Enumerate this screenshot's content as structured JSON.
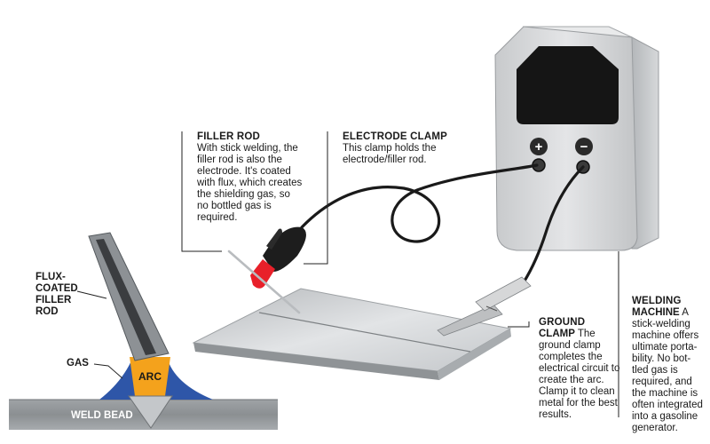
{
  "callouts": {
    "filler_rod": {
      "title": "FILLER ROD",
      "lines": [
        "With stick welding, the",
        "filler rod is also the",
        "electrode. It's coated",
        "with flux, which creates",
        "the shielding gas, so",
        "no bottled gas is",
        "required."
      ]
    },
    "electrode_clamp": {
      "title": "ELECTRODE CLAMP",
      "lines": [
        "This clamp holds the",
        "electrode/filler rod."
      ]
    },
    "ground_clamp": {
      "title_lines": [
        "GROUND",
        "CLAMP"
      ],
      "first_line_rest": "The",
      "lines": [
        "ground clamp",
        "completes the",
        "electrical circuit to",
        "create the arc.",
        "Clamp it to clean",
        "metal for the best",
        "results."
      ]
    },
    "welding_machine": {
      "title_lines": [
        "WELDING",
        "MACHINE"
      ],
      "second_line_rest": "A",
      "lines": [
        "stick-welding",
        "machine offers",
        "ultimate porta-",
        "bility. No bot-",
        "tled gas is",
        "required, and",
        "the machine is",
        "often integrated",
        "into a gasoline",
        "generator."
      ]
    }
  },
  "inset_labels": {
    "flux_rod": [
      "FLUX-",
      "COATED",
      "FILLER",
      "ROD"
    ],
    "gas": "GAS",
    "arc": "ARC",
    "weld_bead": "WELD BEAD"
  },
  "machine": {
    "plus_symbol": "+",
    "minus_symbol": "−"
  },
  "colors": {
    "arc_orange": "#f4a21c",
    "gas_blue": "#2e56a8",
    "clamp_red": "#e8202a",
    "plate_gray": "#c9cbcd",
    "machine_gray": "#d3d5d7",
    "screen_black": "#151515",
    "leader_line": "#222222"
  }
}
